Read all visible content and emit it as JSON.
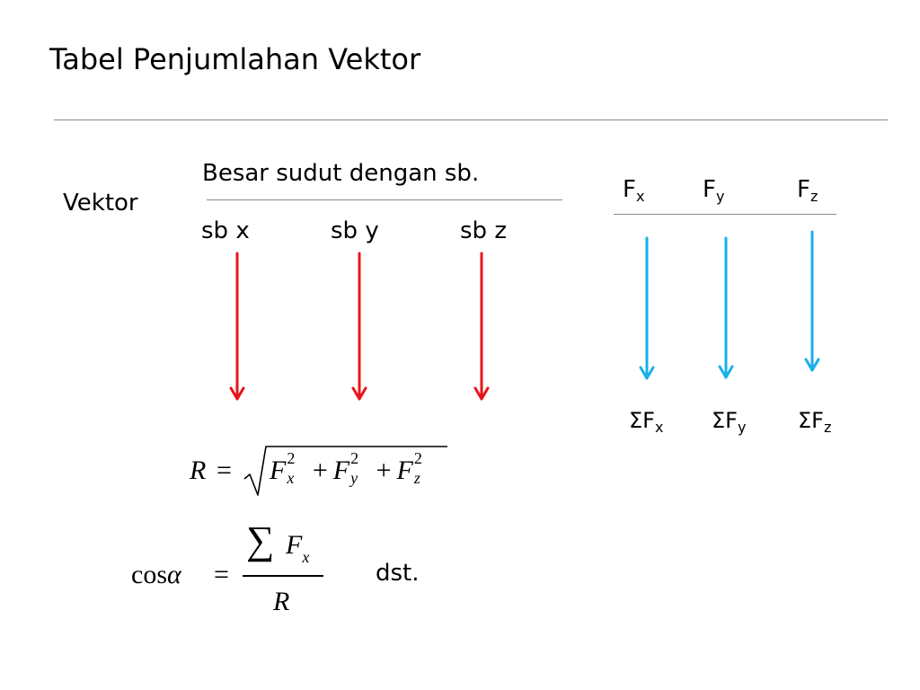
{
  "title": "Tabel Penjumlahan Vektor",
  "vektor_label": "Vektor",
  "angle_header": "Besar sudut dengan sb.",
  "axes": [
    "sb x",
    "sb y",
    "sb z"
  ],
  "components": [
    {
      "base": "F",
      "sub": "x"
    },
    {
      "base": "F",
      "sub": "y"
    },
    {
      "base": "F",
      "sub": "z"
    }
  ],
  "sums": [
    {
      "base": "ΣF",
      "sub": "x"
    },
    {
      "base": "ΣF",
      "sub": "y"
    },
    {
      "base": "ΣF",
      "sub": "z"
    }
  ],
  "formula_r": {
    "lhs": "R",
    "eq": "=",
    "terms": [
      {
        "base": "F",
        "sub": "x",
        "sup": "2"
      },
      {
        "base": "F",
        "sub": "y",
        "sup": "2"
      },
      {
        "base": "F",
        "sub": "z",
        "sup": "2"
      }
    ],
    "plus": "+"
  },
  "formula_cos": {
    "lhs": "cos",
    "alpha": "α",
    "eq": "=",
    "sigma": "∑",
    "num_base": "F",
    "num_sub": "x",
    "den": "R"
  },
  "dst": "dst.",
  "colors": {
    "red_arrow": "#e8141a",
    "blue_arrow": "#1ab0ea",
    "rule": "#8a8a8a"
  }
}
